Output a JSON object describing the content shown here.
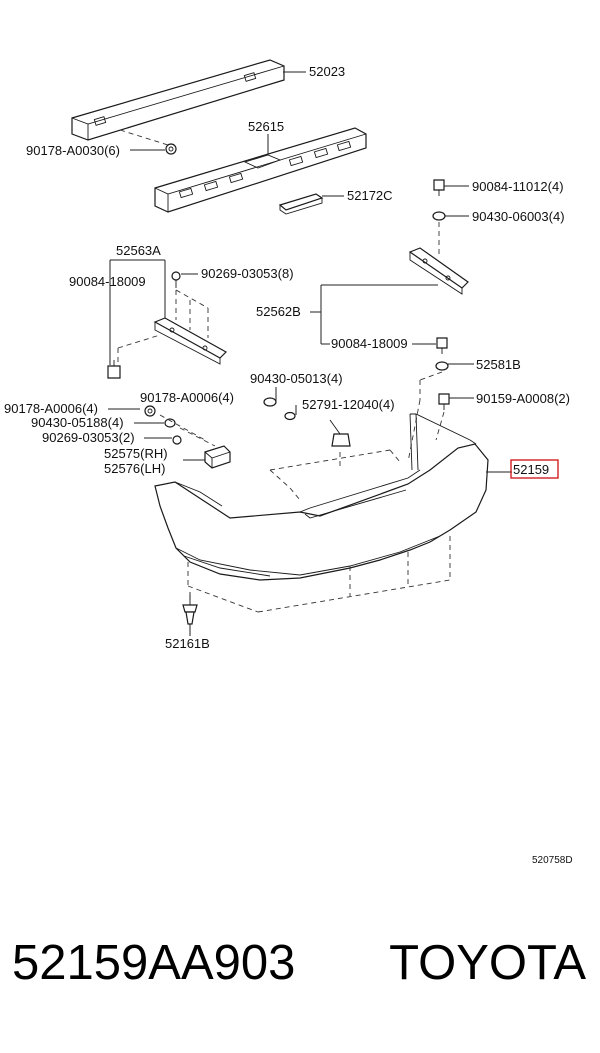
{
  "labels": {
    "p52023": "52023",
    "p90178_a0030": "90178-A0030(6)",
    "p52615": "52615",
    "p52172c": "52172C",
    "p90084_11012": "90084-11012(4)",
    "p90430_06003": "90430-06003(4)",
    "p52563a": "52563A",
    "p90084_18009_left": "90084-18009",
    "p90269_03053_8": "90269-03053(8)",
    "p52562b": "52562B",
    "p90084_18009_right": "90084-18009",
    "p52581b": "52581B",
    "p90430_05013": "90430-05013(4)",
    "p90178_a0006_4a": "90178-A0006(4)",
    "p90178_a0006_4b": "90178-A0006(4)",
    "p90430_05188": "90430-05188(4)",
    "p90269_03053_2": "90269-03053(2)",
    "p52791_12040": "52791-12040(4)",
    "p90159_a0008": "90159-A0008(2)",
    "p52575rh": "52575(RH)",
    "p52576lh": "52576(LH)",
    "p52159": "52159",
    "p52161b": "52161B",
    "drawing_code": "520758D"
  },
  "highlight_color": "#d22020",
  "footer": {
    "part_number": "52159AA903",
    "brand": "TOYOTA"
  }
}
